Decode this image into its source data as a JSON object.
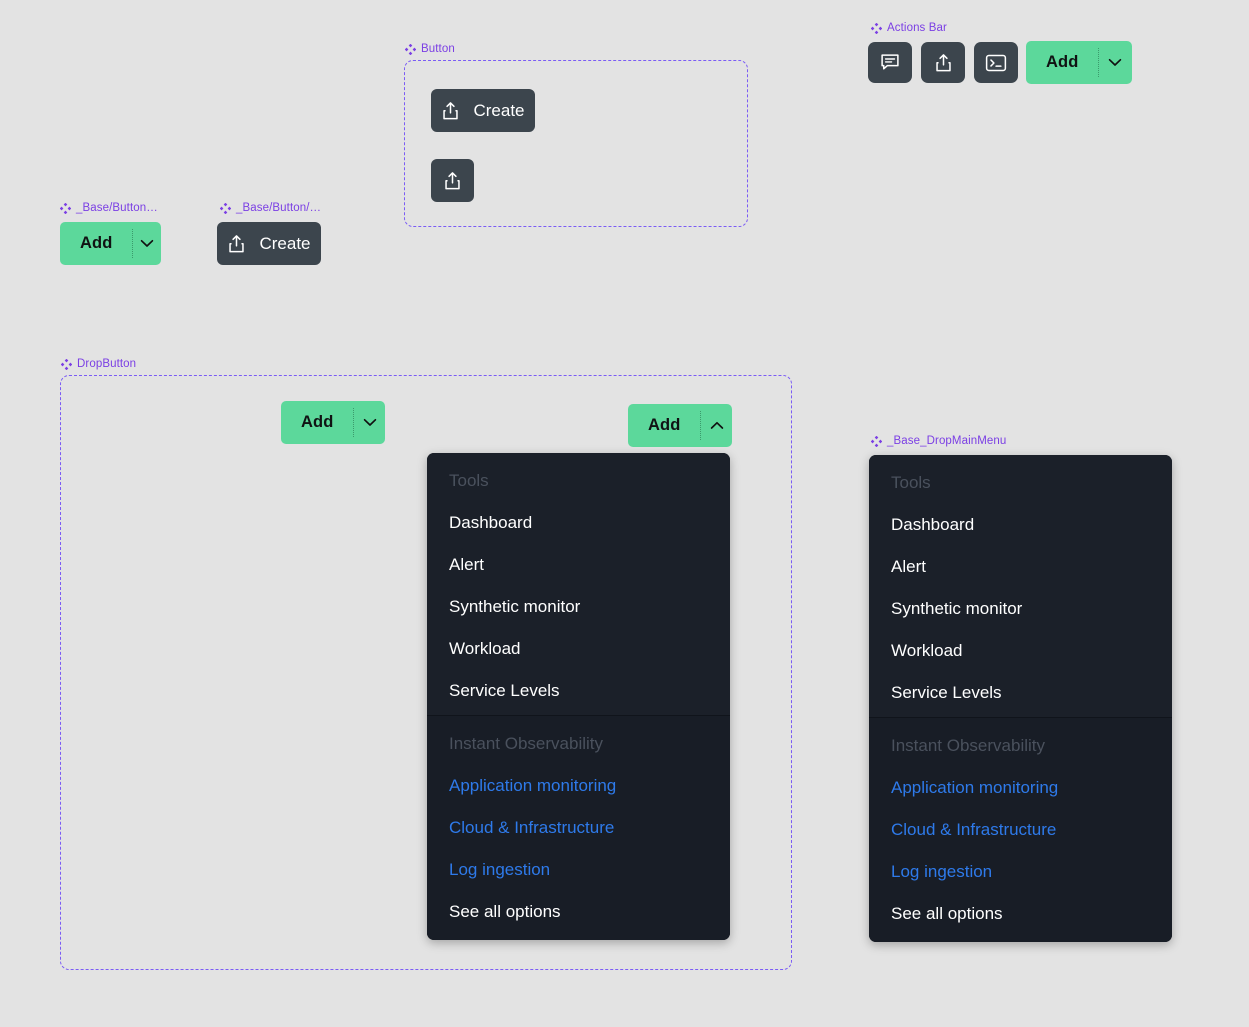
{
  "canvas": {
    "background": "#e3e3e3",
    "accent_purple": "#7b3fe4",
    "frame_border": "#7b5cf5"
  },
  "colors": {
    "green": "#5cd89b",
    "dark_button": "#3c454d",
    "menu_top_bg": "#1b2029",
    "menu_bottom_bg": "#181d26",
    "menu_link": "#2e7aea",
    "menu_header": "#4a515d"
  },
  "labels": {
    "button_frame": "Button",
    "actions_bar": "Actions Bar",
    "base_button_1": "_Base/Button…",
    "base_button_2": "_Base/Button/…",
    "dropbutton_frame": "DropButton",
    "base_drop_main_menu": "_Base_DropMainMenu"
  },
  "buttons": {
    "add_label": "Add",
    "create_label": "Create"
  },
  "actions_bar": {
    "icons": [
      "comment-icon",
      "share-icon",
      "terminal-icon"
    ],
    "add_label": "Add"
  },
  "menu": {
    "sections": [
      {
        "header": "Tools",
        "items": [
          {
            "label": "Dashboard",
            "style": "plain"
          },
          {
            "label": "Alert",
            "style": "plain"
          },
          {
            "label": "Synthetic monitor",
            "style": "plain"
          },
          {
            "label": "Workload",
            "style": "plain"
          },
          {
            "label": "Service Levels",
            "style": "plain"
          }
        ]
      },
      {
        "header": "Instant Observability",
        "items": [
          {
            "label": "Application monitoring",
            "style": "link"
          },
          {
            "label": "Cloud & Infrastructure",
            "style": "link"
          },
          {
            "label": "Log ingestion",
            "style": "link"
          },
          {
            "label": "See all options",
            "style": "plain"
          }
        ]
      }
    ]
  }
}
